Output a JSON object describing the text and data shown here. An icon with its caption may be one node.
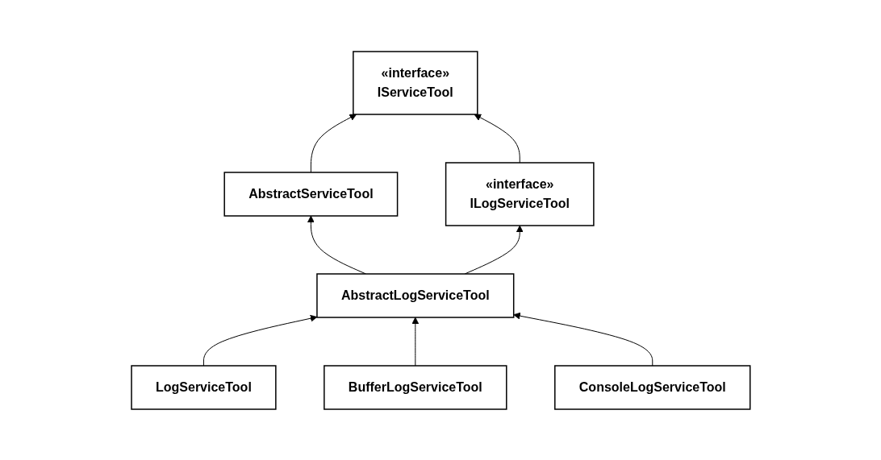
{
  "diagram": {
    "nodes": [
      {
        "text": [
          "«interface»",
          "IServiceTool"
        ]
      },
      {
        "text": [
          "AbstractServiceTool"
        ]
      },
      {
        "text": [
          "«interface»",
          "ILogServiceTool"
        ]
      },
      {
        "text": [
          "AbstractLogServiceTool"
        ]
      },
      {
        "text": [
          "LogServiceTool"
        ]
      },
      {
        "text": [
          "BufferLogServiceTool"
        ]
      },
      {
        "text": [
          "ConsoleLogServiceTool"
        ]
      }
    ],
    "edges": [
      {
        "from": 1,
        "to": 0,
        "arrow": "to"
      },
      {
        "from": 2,
        "to": 0,
        "arrow": "to"
      },
      {
        "from": 3,
        "to": 1,
        "arrow": "to"
      },
      {
        "from": 3,
        "to": 2,
        "arrow": "to"
      },
      {
        "from": 4,
        "to": 3,
        "arrow": "to"
      },
      {
        "from": 5,
        "to": 3,
        "arrow": "to"
      },
      {
        "from": 6,
        "to": 3,
        "arrow": "to"
      }
    ]
  }
}
